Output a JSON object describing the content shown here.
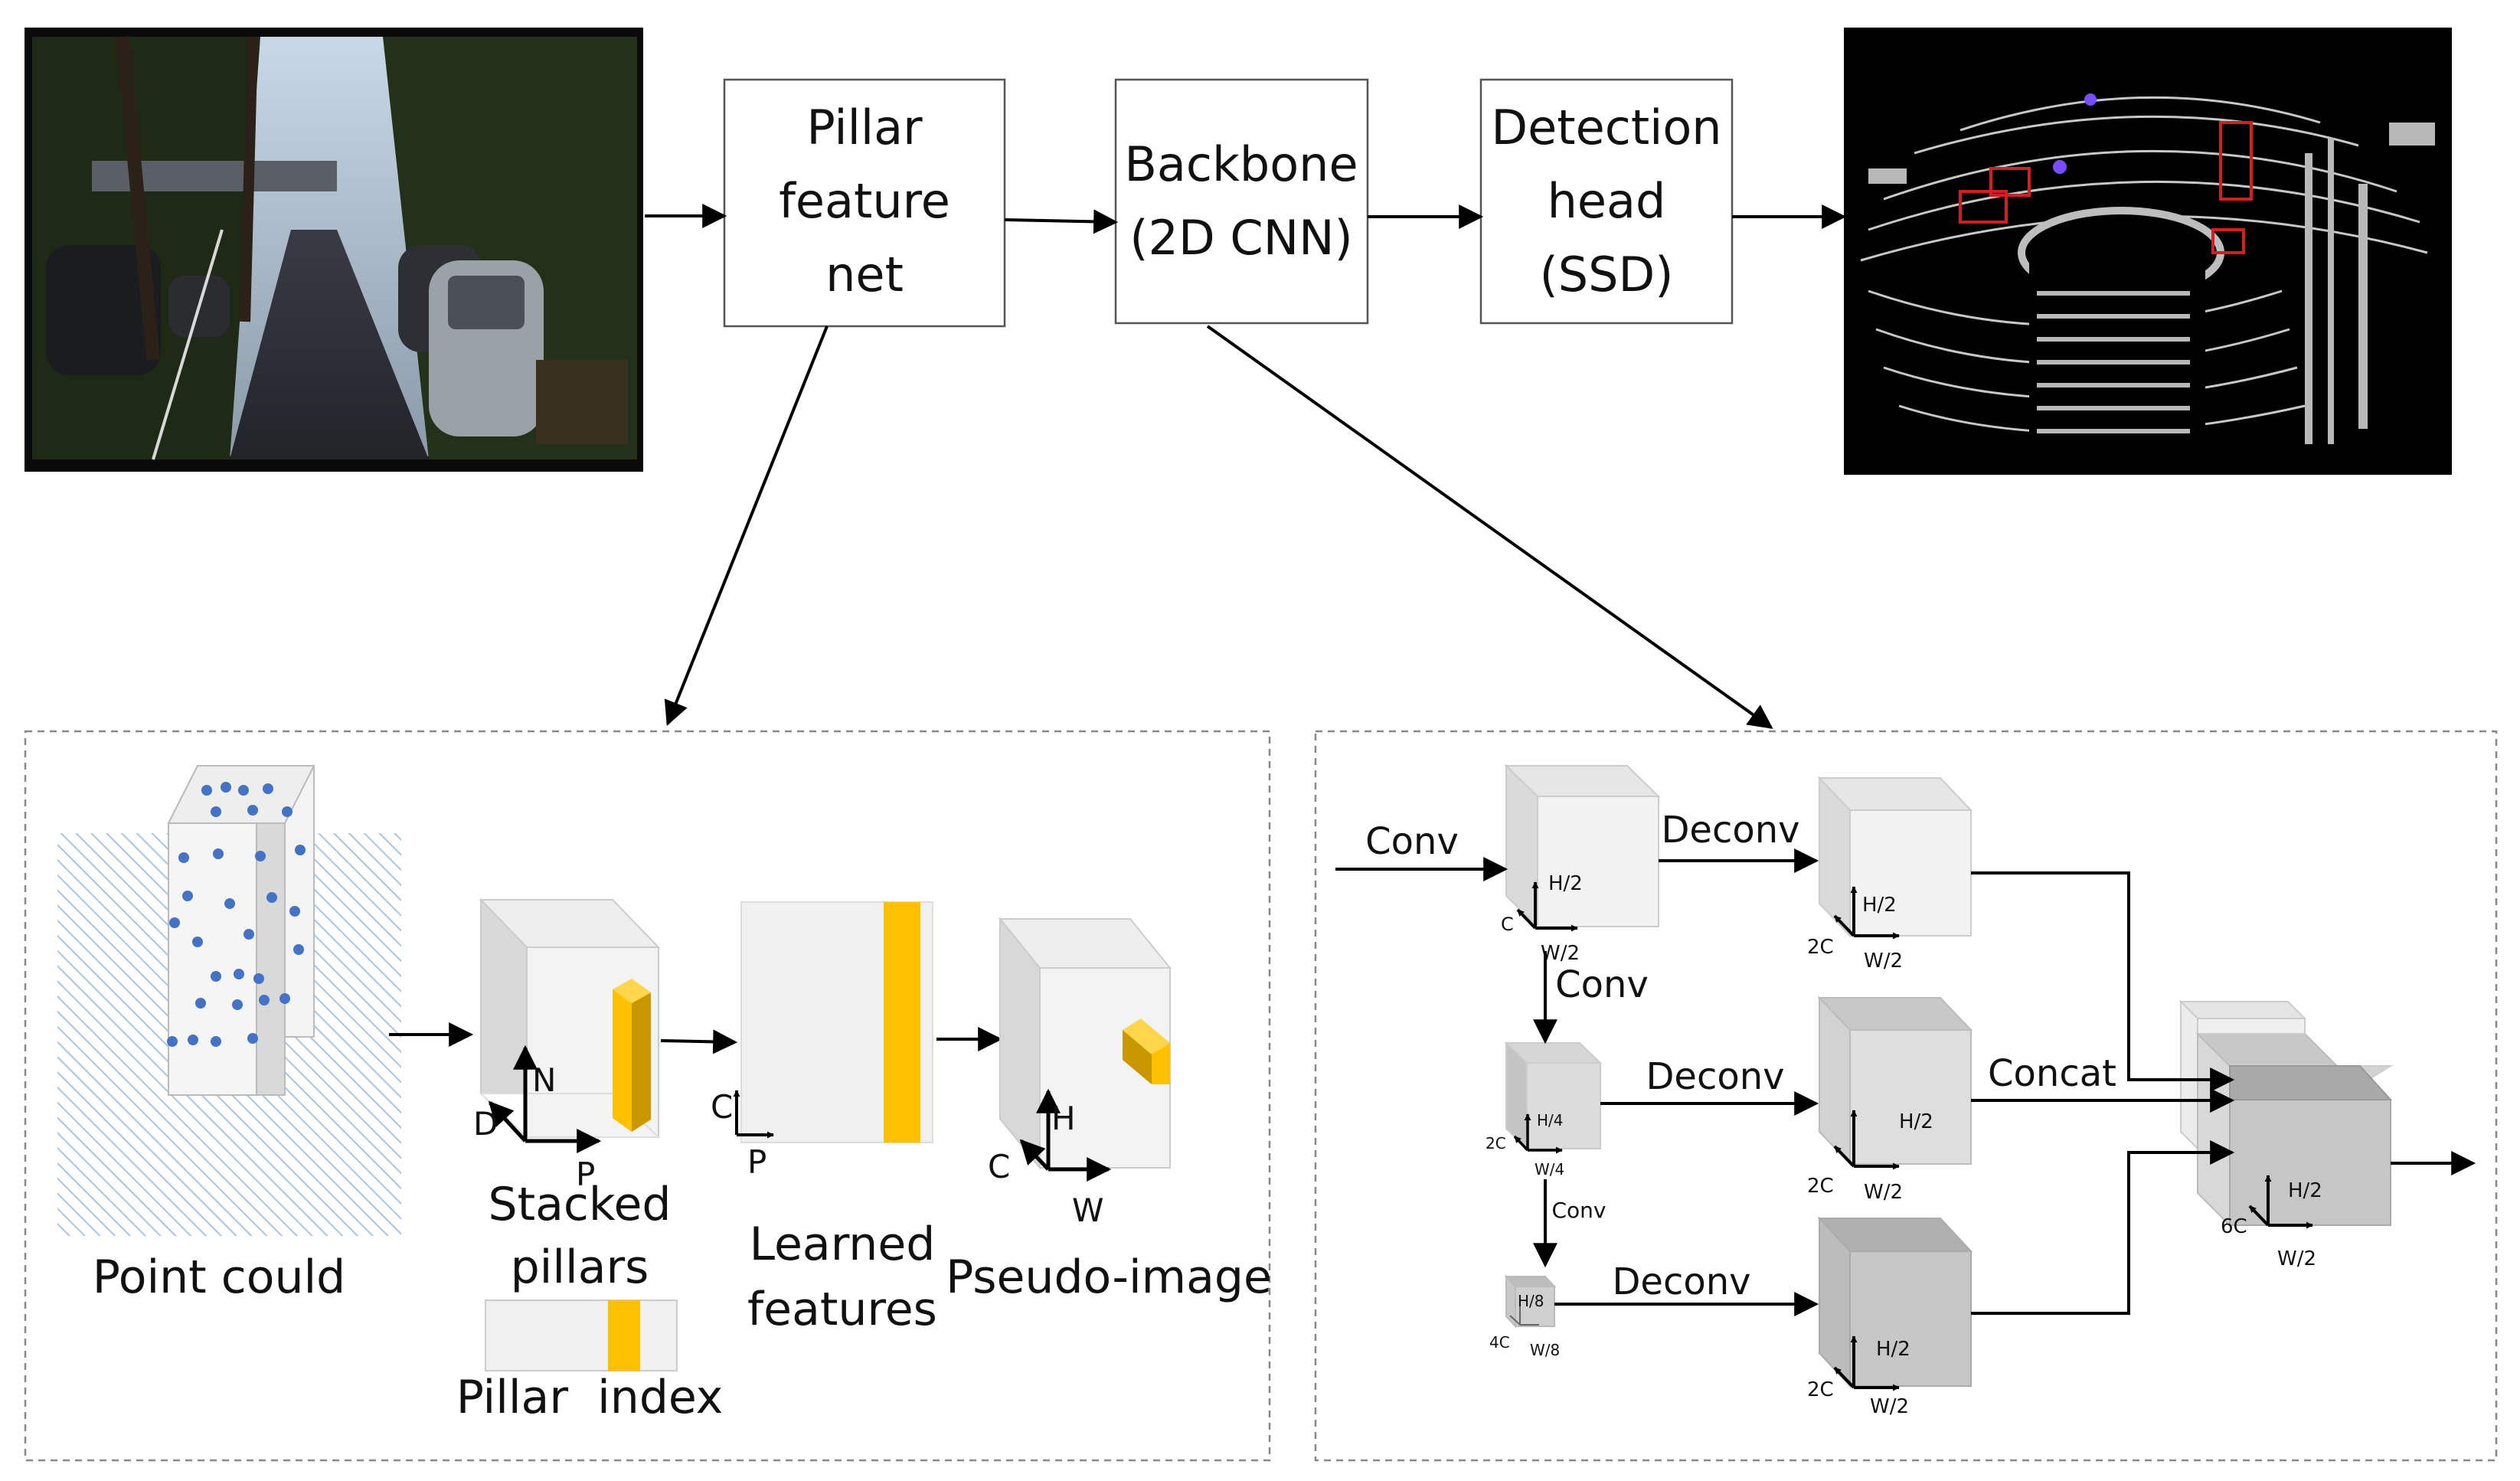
{
  "pipeline": {
    "pillar_feature_net": [
      "Pillar",
      "feature",
      "net"
    ],
    "backbone": [
      "Backbone",
      "(2D CNN)"
    ],
    "detection_head": [
      "Detection",
      "head",
      "(SSD)"
    ]
  },
  "pfn_panel": {
    "point_cloud_label": "Point could",
    "stacked_label": [
      "Stacked",
      "pillars"
    ],
    "learned_label": [
      "Learned",
      "features"
    ],
    "pseudo_label": "Pseudo-image",
    "pillar_index_label": "Pillar  index",
    "axes": {
      "stacked": {
        "up": "N",
        "left": "D",
        "right": "P"
      },
      "learned": {
        "up": "C",
        "right": "P"
      },
      "pseudo": {
        "up": "H",
        "left": "C",
        "right": "W"
      }
    }
  },
  "backbone_panel": {
    "conv_in": "Conv",
    "conv_down_1": "Conv",
    "conv_down_2": "Conv",
    "deconv_1": "Deconv",
    "deconv_2": "Deconv",
    "deconv_3": "Deconv",
    "concat": "Concat",
    "block1": {
      "c": "C",
      "h": "H/2",
      "w": "W/2"
    },
    "block2": {
      "c": "2C",
      "h": "H/4",
      "w": "W/4"
    },
    "block3": {
      "c": "4C",
      "h": "H/8",
      "w": "W/8"
    },
    "up1": {
      "c": "2C",
      "h": "H/2",
      "w": "W/2"
    },
    "up2": {
      "c": "2C",
      "h": "H/2",
      "w": "W/2"
    },
    "up3": {
      "c": "2C",
      "h": "H/2",
      "w": "W/2"
    },
    "output": {
      "c": "6C",
      "h": "H/2",
      "w": "W/2"
    }
  },
  "colors": {
    "pillar_yellow": "#FFC000",
    "pillar_dark_yellow": "#C99700",
    "point_blue": "#4472C4",
    "hatch_blue": "#A9C4E6",
    "lidar_red": "#D02020"
  },
  "icons": [
    "camera-image",
    "lidar-detection-image"
  ]
}
